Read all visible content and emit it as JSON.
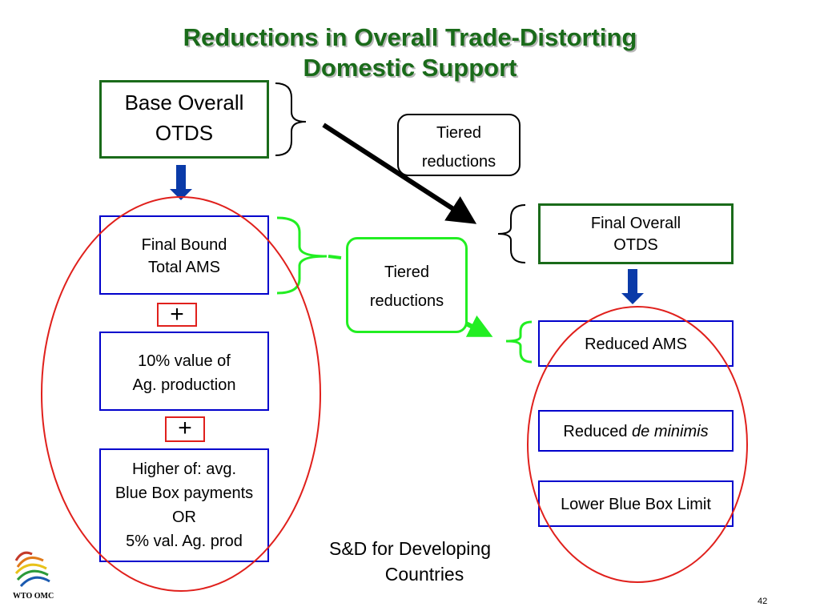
{
  "title": {
    "line1": "Reductions in Overall Trade-Distorting",
    "line2": "Domestic Support"
  },
  "base_box": {
    "line1": "Base Overall",
    "line2": "OTDS"
  },
  "tiered_top": {
    "line1": "Tiered",
    "line2": "reductions"
  },
  "final_overall": {
    "line1": "Final Overall",
    "line2": "OTDS"
  },
  "final_bound": {
    "line1": "Final Bound",
    "line2": "Total AMS"
  },
  "plus_symbol": "+",
  "ten_percent": {
    "line1": "10% value of",
    "line2": "Ag. production"
  },
  "higher_of": {
    "line1": "Higher of: avg.",
    "line2": "Blue Box payments",
    "line3": "OR",
    "line4": "5% val. Ag. prod"
  },
  "tiered_mid": {
    "line1": "Tiered",
    "line2": "reductions"
  },
  "reduced_ams": "Reduced AMS",
  "reduced_de_minimis": {
    "prefix": "Reduced ",
    "italic": "de minimis"
  },
  "lower_blue_box": "Lower Blue Box Limit",
  "sd_note": {
    "line1": "S&D for Developing",
    "line2": "Countries"
  },
  "page_number": "42",
  "logo": {
    "text": "WTO OMC"
  },
  "colors": {
    "title_green": "#1a6b1a",
    "box_green": "#1a6b1a",
    "box_blue": "#0000cc",
    "bright_green": "#22ee22",
    "ellipse_red": "#e0201c",
    "arrow_blue": "#0a3aa8"
  }
}
